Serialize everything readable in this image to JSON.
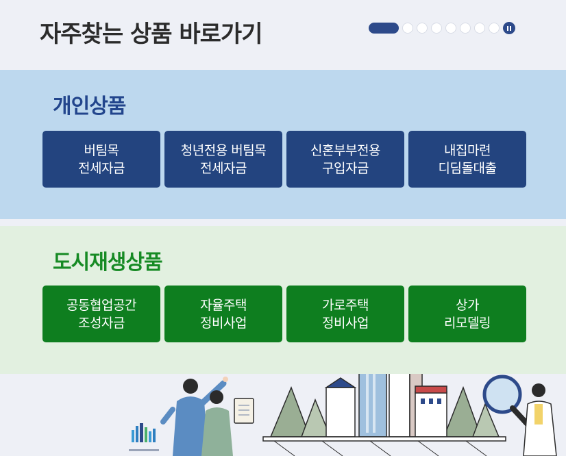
{
  "header": {
    "title": "자주찾는 상품 바로가기"
  },
  "pager": {
    "total_dots": 8,
    "active_index": 0,
    "pause_icon": "pause-icon"
  },
  "personal": {
    "title": "개인상품",
    "items": [
      {
        "line1": "버팀목",
        "line2": "전세자금"
      },
      {
        "line1": "청년전용 버팀목",
        "line2": "전세자금"
      },
      {
        "line1": "신혼부부전용",
        "line2": "구입자금"
      },
      {
        "line1": "내집마련",
        "line2": "디딤돌대출"
      }
    ]
  },
  "urban": {
    "title": "도시재생상품",
    "items": [
      {
        "line1": "공동협업공간",
        "line2": "조성자금"
      },
      {
        "line1": "자율주택",
        "line2": "정비사업"
      },
      {
        "line1": "가로주택",
        "line2": "정비사업"
      },
      {
        "line1": "상가",
        "line2": "리모델링"
      }
    ]
  },
  "colors": {
    "personal_bg": "#bdd8ee",
    "personal_btn": "#23447f",
    "urban_bg": "#e2f0e0",
    "urban_btn": "#0e7e1f",
    "pager_active": "#2d4a8a"
  }
}
